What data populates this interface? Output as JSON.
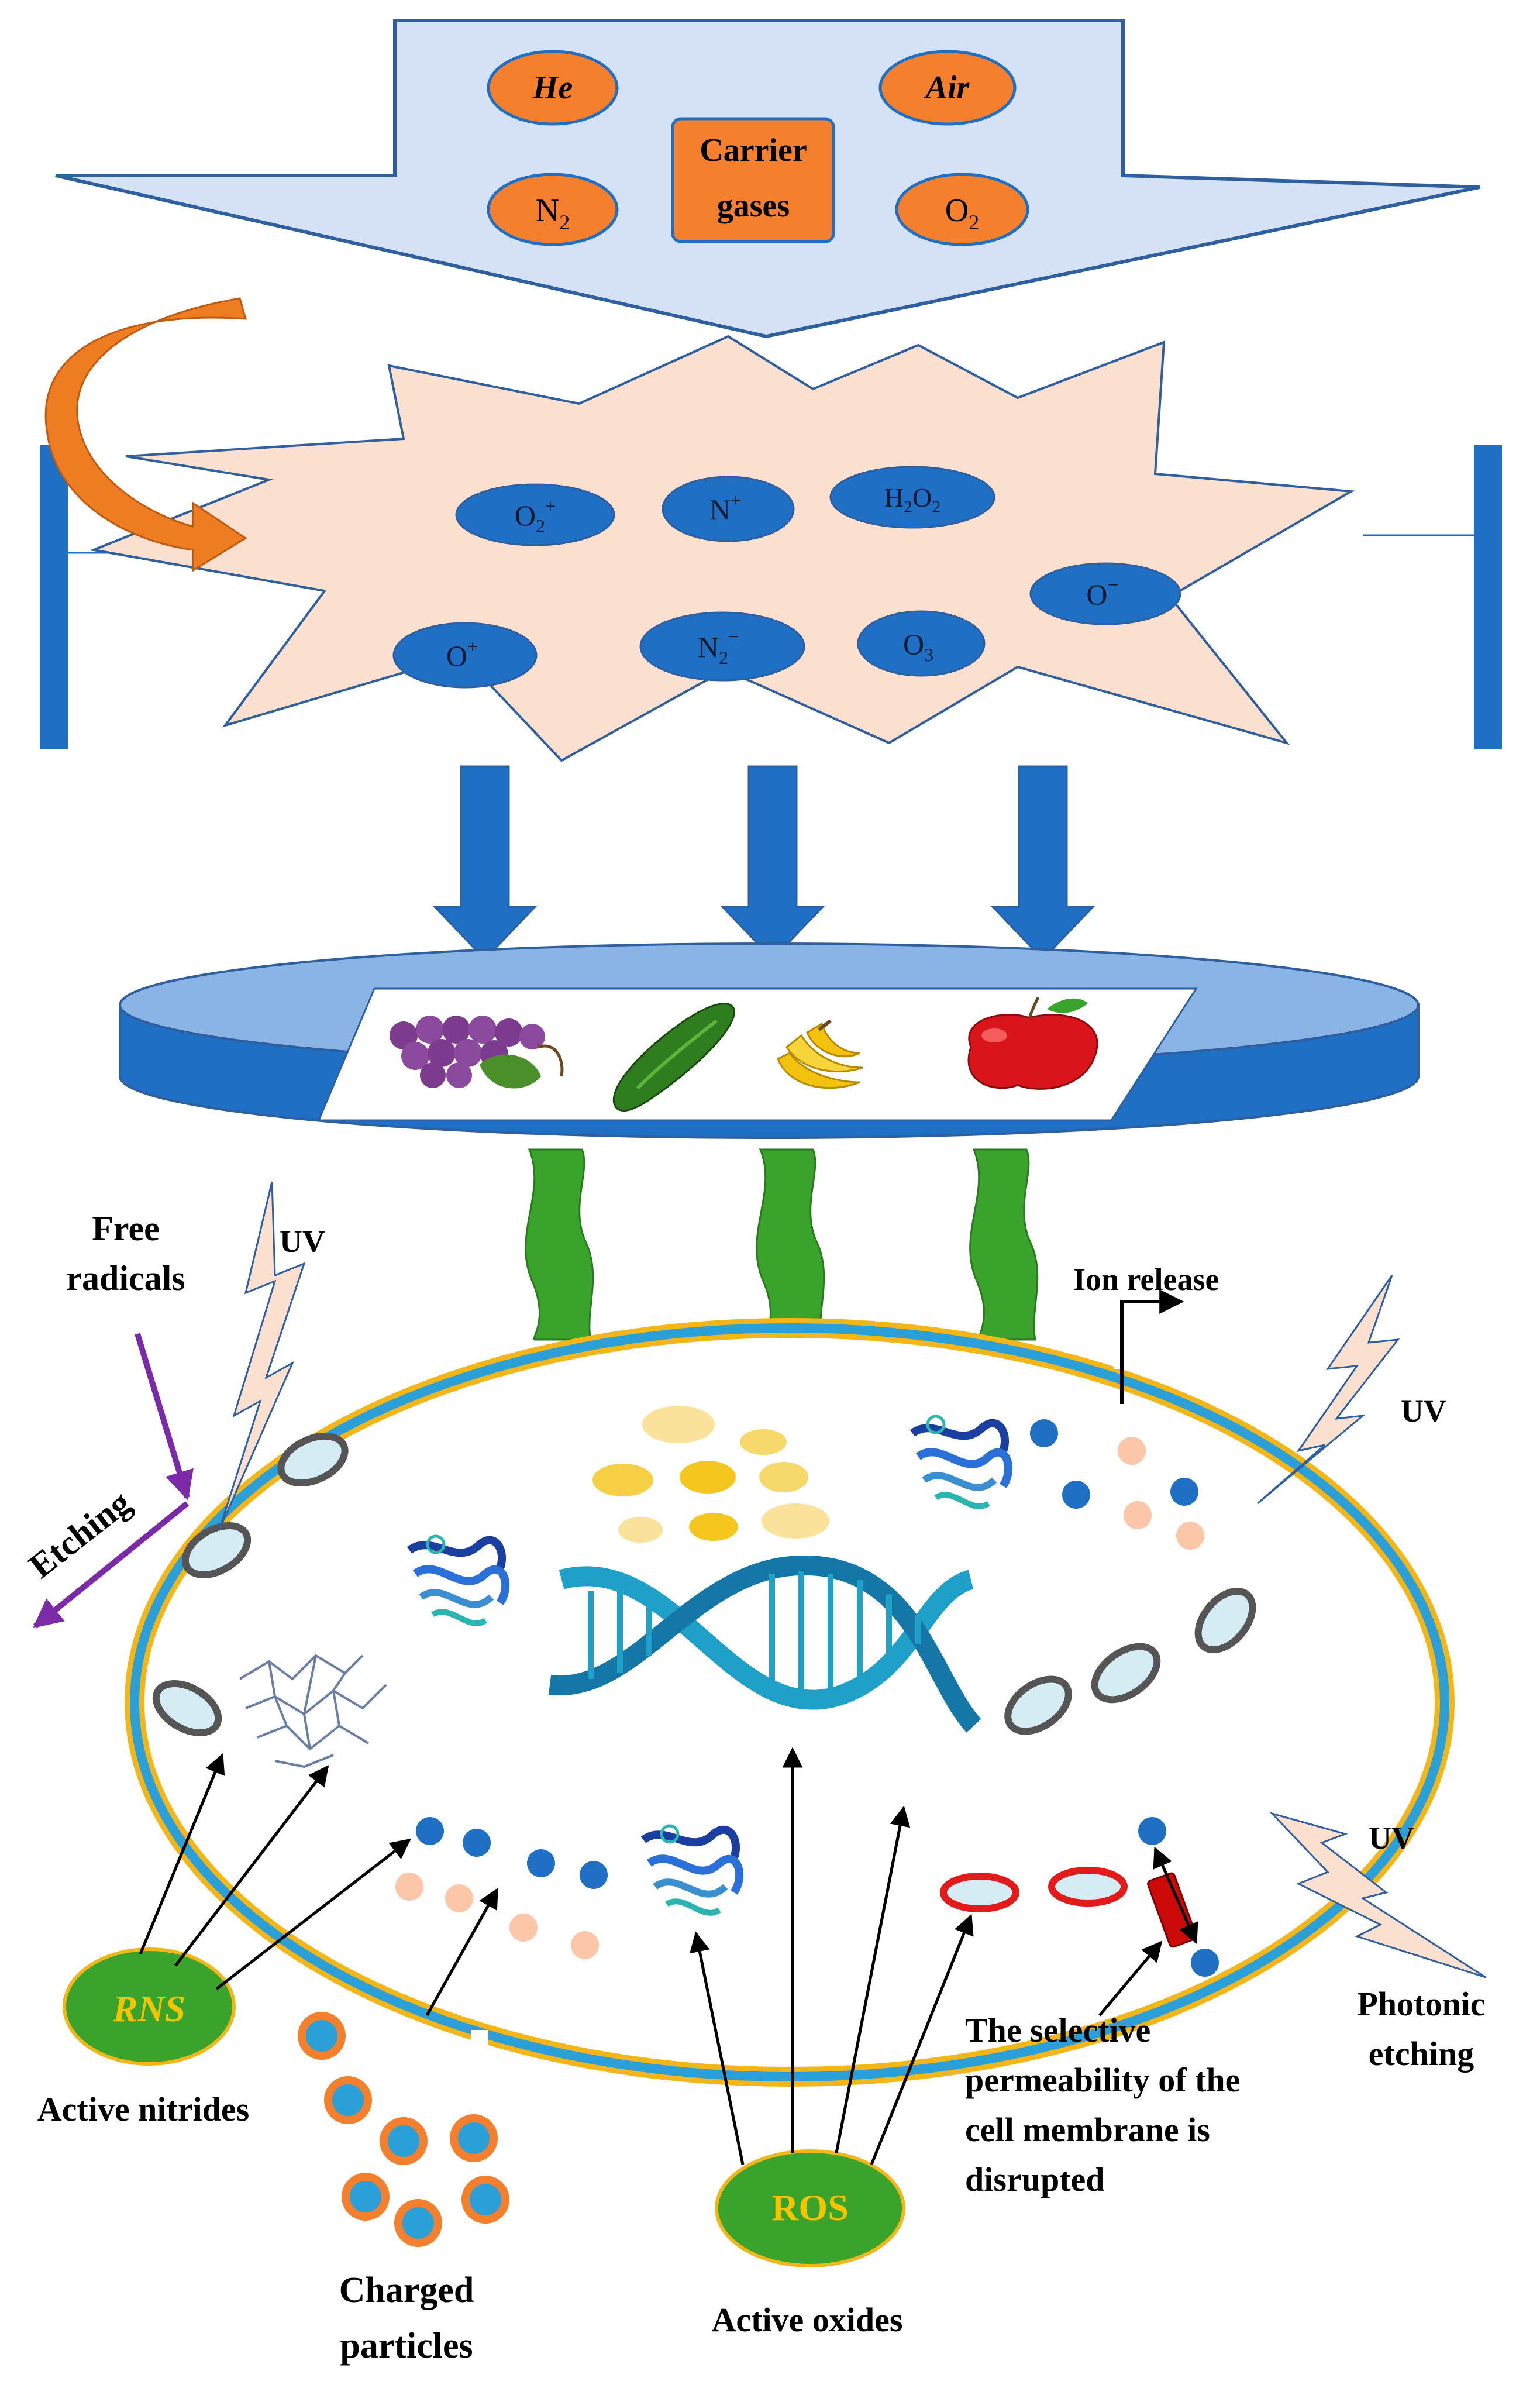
{
  "gases": {
    "he": "He",
    "air": "Air",
    "carrier_line1": "Carrier",
    "carrier_line2": "gases",
    "n2": "N",
    "n2_sub": "2",
    "o2": "O",
    "o2_sub": "2"
  },
  "species": {
    "o2_plus": "O",
    "o2_plus_sub": "2",
    "o2_plus_sup": "+",
    "n_plus": "N",
    "n_plus_sup": "+",
    "h2o2_h": "H",
    "h2o2_sub1": "2",
    "h2o2_o": "O",
    "h2o2_sub2": "2",
    "o_minus": "O",
    "o_minus_sup": "−",
    "o_plus": "O",
    "o_plus_sup": "+",
    "n2_minus": "N",
    "n2_minus_sub": "2",
    "n2_minus_sup": "−",
    "o3": "O",
    "o3_sub": "3"
  },
  "labels": {
    "free_radicals_line1": "Free",
    "free_radicals_line2": "radicals",
    "uv_left": "UV",
    "uv_right_top": "UV",
    "uv_right_bottom": "UV",
    "ion_release": "Ion release",
    "etching": "Etching",
    "rns": "RNS",
    "ros": "ROS",
    "active_nitrides": "Active nitrides",
    "charged_particles_line1": "Charged",
    "charged_particles_line2": "particles",
    "active_oxides": "Active oxides",
    "membrane_line1": "The selective",
    "membrane_line2": "permeability of the",
    "membrane_line3": "cell membrane is",
    "membrane_line4": "disrupted",
    "photonic_line1": "Photonic",
    "photonic_line2": "etching"
  },
  "colors": {
    "gas_fill": "#f47f2c",
    "blue": "#1f6fc5",
    "plasma_fill": "#fbe0cf",
    "funnel_fill": "#d5e2f5",
    "green": "#3aa32c",
    "rns_text": "#f5c400",
    "purple": "#7b2aa8",
    "membrane_yellow": "#f3b619",
    "membrane_blue": "#2a9fd8"
  }
}
